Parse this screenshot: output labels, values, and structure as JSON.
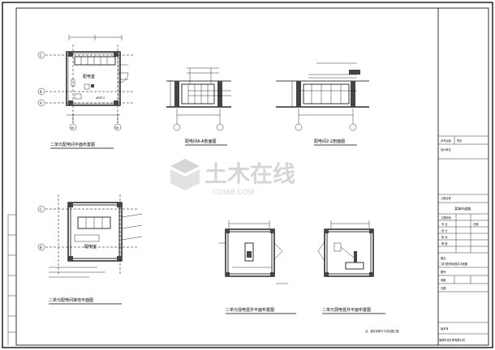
{
  "drawing_titles": {
    "plan_layout": "二单元配电间平面布置图",
    "section_a": "配电间A-A剖面图",
    "section_b": "配电间2-2剖面图",
    "grounding_plan": "二单元配电间接地平面图",
    "shaft_left": "二单元强电竖井平面布置图",
    "shaft_right": "二单元弱电竖井平面布置图"
  },
  "room_label": "配电室",
  "panel_label": "APSP-2",
  "axis_labels": {
    "row": [
      "C",
      "B",
      "A"
    ],
    "col": [
      "08",
      "08"
    ]
  },
  "watermark": {
    "main": "土木在线",
    "sub": "COI88.COM"
  },
  "note": "注：竖井具体尺寸详见施工图",
  "title_block": {
    "rows": [
      "本专业版",
      "设计单位",
      "工程名称",
      "某城市道路",
      "工程阶段",
      "专 业",
      "设 计",
      "校 对",
      "审 核",
      "图名",
      "二单元配电间竖井平面图",
      "图号",
      "电施",
      "日期",
      "版本号",
      "某城市设计院有限公司"
    ],
    "sign_labels": [
      "签字",
      "日期"
    ]
  },
  "colors": {
    "line": "#000000",
    "watermark": "#d6d6d6"
  }
}
